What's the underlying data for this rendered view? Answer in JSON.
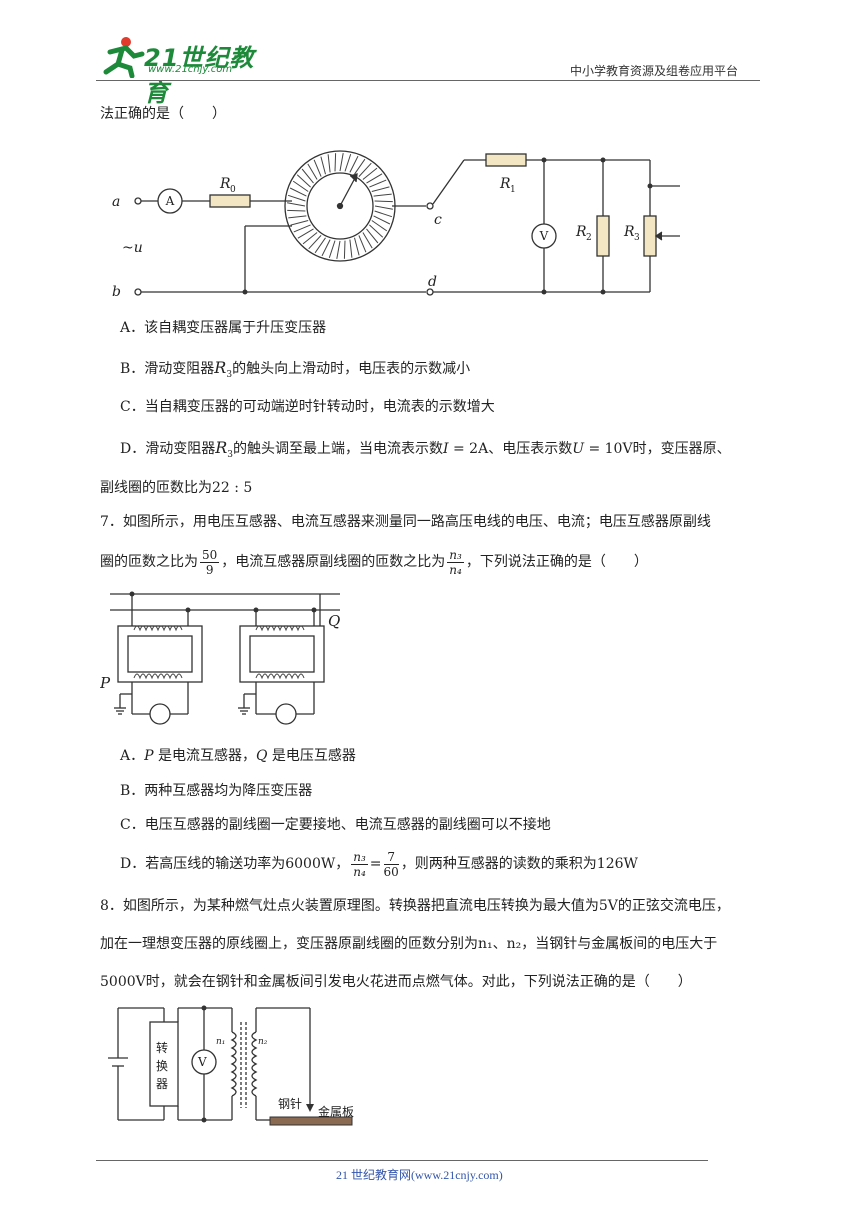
{
  "header": {
    "logo_text": "21世纪教育",
    "logo_url": "www.21cnjy.com",
    "right_text": "中小学教育资源及组卷应用平台"
  },
  "q6": {
    "stem_tail": "法正确的是（　　）",
    "figure_labels": {
      "a": "a",
      "b": "b",
      "u": "~u",
      "c": "c",
      "d": "d",
      "A": "A",
      "V": "V",
      "R0": "R",
      "R0_sub": "0",
      "R1": "R",
      "R1_sub": "1",
      "R2": "R",
      "R2_sub": "2",
      "R3": "R",
      "R3_sub": "3"
    },
    "optA": "A．该自耦变压器属于升压变压器",
    "optB_pre": "B．滑动变阻器",
    "optB_var": "R",
    "optB_sub": "3",
    "optB_post": "的触头向上滑动时，电压表的示数减小",
    "optC": "C．当自耦变压器的可动端逆时针转动时，电流表的示数增大",
    "optD_pre": "D．滑动变阻器",
    "optD_var": "R",
    "optD_sub": "3",
    "optD_mid1": "的触头调至最上端，当电流表示数",
    "optD_I": "I",
    "optD_Ival": " = 2A",
    "optD_mid2": "、电压表示数",
    "optD_U": "U",
    "optD_Uval": " = 10V",
    "optD_post": "时，变压器原、",
    "optD_line2": "副线圈的匝数比为22 : 5"
  },
  "q7": {
    "line1": "7．如图所示，用电压互感器、电流互感器来测量同一路高压电线的电压、电流；电压互感器原副线",
    "line2_pre": "圈的匝数之比为",
    "frac1_num": "50",
    "frac1_den": "9",
    "line2_mid": "，电流互感器原副线圈的匝数之比为",
    "frac2_num": "n₃",
    "frac2_den": "n₄",
    "line2_post": "，下列说法正确的是（　　）",
    "figure_labels": {
      "P": "P",
      "Q": "Q"
    },
    "optA_pre": "A．",
    "optA_P": "P",
    "optA_mid": " 是电流互感器，",
    "optA_Q": "Q",
    "optA_post": " 是电压互感器",
    "optB": "B．两种互感器均为降压变压器",
    "optC": "C．电压互感器的副线圈一定要接地、电流互感器的副线圈可以不接地",
    "optD_pre": "D．若高压线的输送功率为6000W，",
    "optD_frac_num_l": "n₃",
    "optD_frac_den_l": "n₄",
    "optD_eq": "=",
    "optD_frac_num_r": "7",
    "optD_frac_den_r": "60",
    "optD_post": "，则两种互感器的读数的乘积为126W"
  },
  "q8": {
    "line1": "8．如图所示，为某种燃气灶点火装置原理图。转换器把直流电压转换为最大值为5V的正弦交流电压，",
    "line2": "加在一理想变压器的原线圈上，变压器原副线圈的匝数分别为n₁、n₂，当钢针与金属板间的电压大于",
    "line3": "5000V时，就会在钢针和金属板间引发电火花进而点燃气体。对此，下列说法正确的是（　　）",
    "figure_labels": {
      "converter": "转换器",
      "c1": "转",
      "c2": "换",
      "c3": "器",
      "V": "V",
      "n1": "n₁",
      "n2": "n₂",
      "needle": "钢针",
      "plate": "金属板"
    }
  },
  "footer": {
    "text": "21 世纪教育网(www.21cnjy.com)"
  }
}
